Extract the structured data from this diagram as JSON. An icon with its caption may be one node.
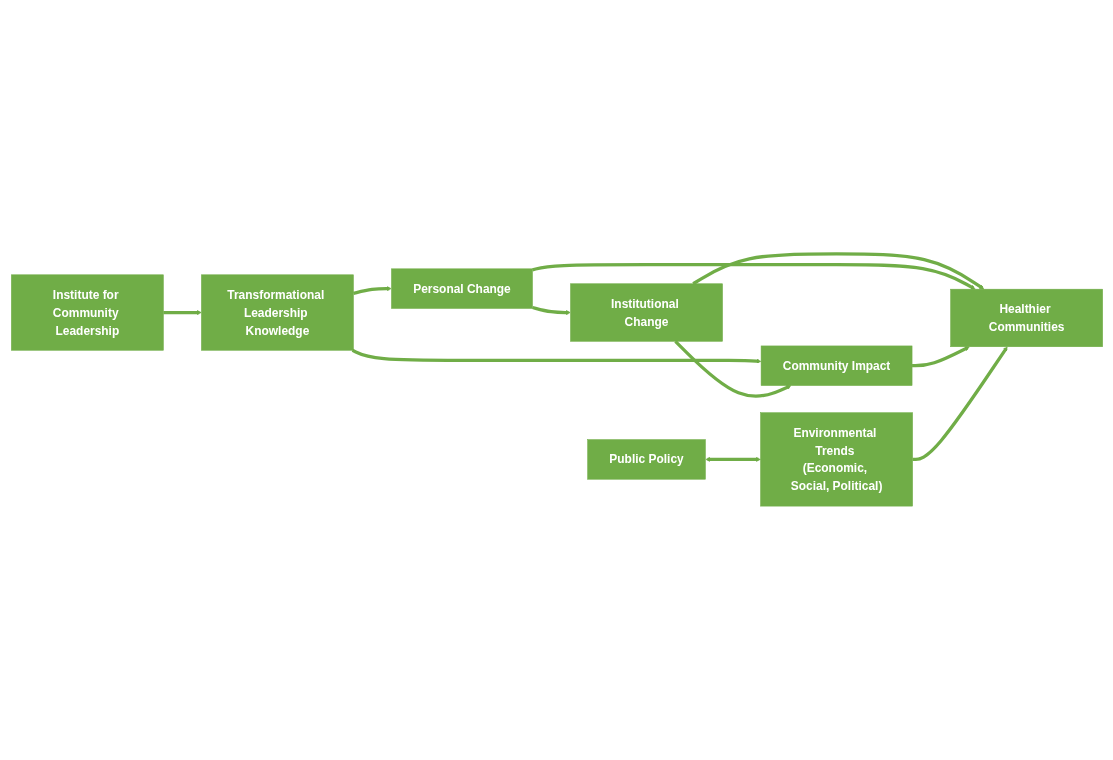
{
  "diagram": {
    "nodes": [
      {
        "text": [
          "Personal Change"
        ]
      },
      {
        "text": [
          "Institutional Change"
        ]
      },
      {
        "text": [
          "Institute for Community Leadership"
        ]
      },
      {
        "text": [
          "Transformational Leadership Knowledge"
        ]
      },
      {
        "text": [
          "Community Impact"
        ]
      },
      {
        "text": [
          "Healthier Communities"
        ]
      },
      {
        "text": [
          "Public Policy"
        ]
      },
      {
        "text": [
          "Environmental Trends (Economic, Social, Political)"
        ]
      }
    ],
    "edges": [
      {
        "from": 2,
        "to": 3,
        "arrow": "to"
      },
      {
        "from": 3,
        "to": 0,
        "arrow": "to"
      },
      {
        "from": 3,
        "to": 4,
        "arrow": "to"
      },
      {
        "from": 0,
        "to": 1,
        "arrow": "to"
      },
      {
        "from": 1,
        "to": 4,
        "arrow": "to"
      },
      {
        "from": 1,
        "to": 5,
        "arrow": "to"
      },
      {
        "from": 0,
        "to": 5,
        "arrow": "to"
      },
      {
        "from": 4,
        "to": 5,
        "arrow": "to"
      },
      {
        "from": 6,
        "to": 7,
        "arrow": "both"
      },
      {
        "from": 7,
        "to": 5,
        "arrow": "to"
      }
    ]
  }
}
